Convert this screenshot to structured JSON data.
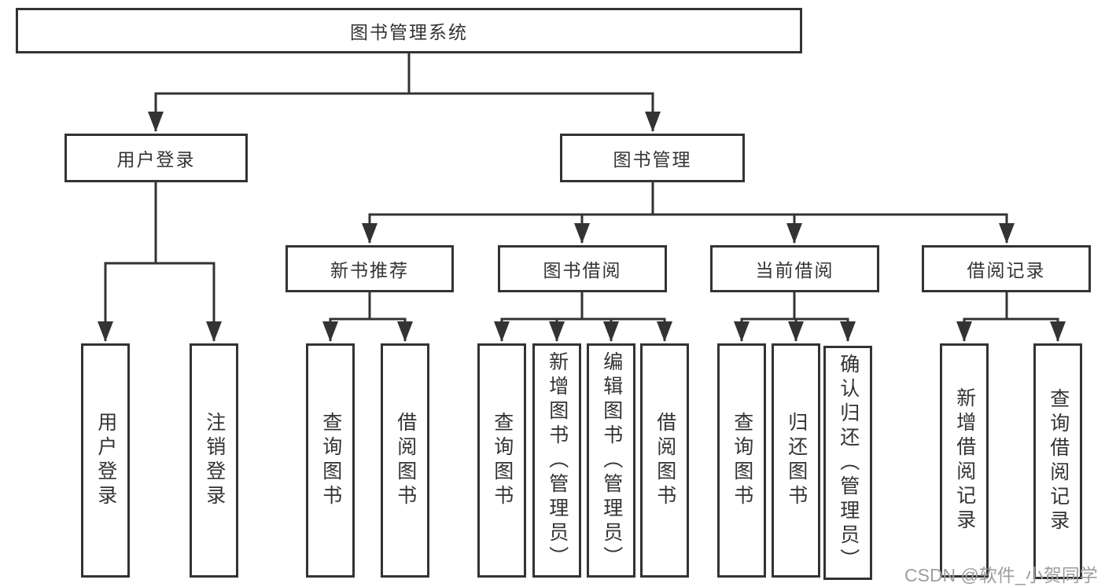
{
  "tree": {
    "label": "图书管理系统",
    "children": [
      {
        "label": "用户登录",
        "children": [
          {
            "label": "用户登录"
          },
          {
            "label": "注销登录"
          }
        ]
      },
      {
        "label": "图书管理",
        "children": [
          {
            "label": "新书推荐",
            "children": [
              {
                "label": "查询图书"
              },
              {
                "label": "借阅图书"
              }
            ]
          },
          {
            "label": "图书借阅",
            "children": [
              {
                "label": "查询图书"
              },
              {
                "label": "新增图书（管理员）"
              },
              {
                "label": "编辑图书（管理员）"
              },
              {
                "label": "借阅图书"
              }
            ]
          },
          {
            "label": "当前借阅",
            "children": [
              {
                "label": "查询图书"
              },
              {
                "label": "归还图书"
              },
              {
                "label": "确认归还（管理员）"
              }
            ]
          },
          {
            "label": "借阅记录",
            "children": [
              {
                "label": "新增借阅记录"
              },
              {
                "label": "查询借阅记录"
              }
            ]
          }
        ]
      }
    ]
  },
  "watermark": "CSDN @软件_小贺同学",
  "colors": {
    "line": "#333333",
    "text": "#333333",
    "box_background": "#ffffff",
    "watermark": "#9e9e9e",
    "background": "#ffffff"
  }
}
